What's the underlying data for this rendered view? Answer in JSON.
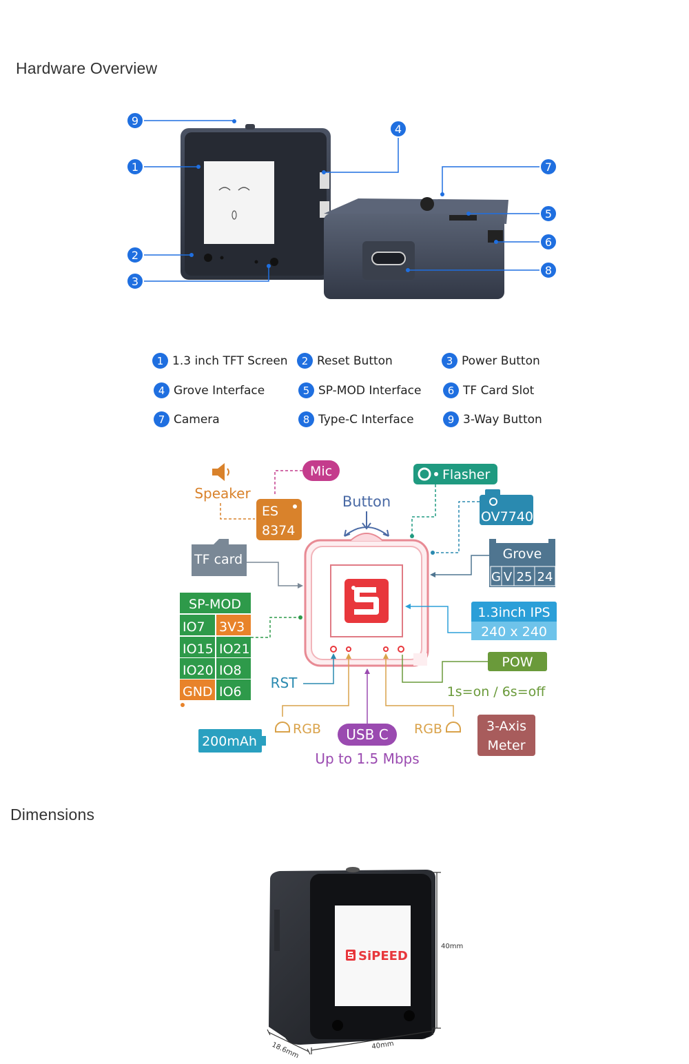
{
  "sections": {
    "hardware_overview": "Hardware Overview",
    "dimensions": "Dimensions"
  },
  "callouts": [
    "1",
    "2",
    "3",
    "4",
    "5",
    "6",
    "7",
    "8",
    "9"
  ],
  "legend": [
    {
      "num": "1",
      "label": "1.3 inch TFT Screen"
    },
    {
      "num": "2",
      "label": "Reset Button"
    },
    {
      "num": "3",
      "label": "Power Button"
    },
    {
      "num": "4",
      "label": "Grove Interface"
    },
    {
      "num": "5",
      "label": "SP-MOD Interface"
    },
    {
      "num": "6",
      "label": "TF Card Slot"
    },
    {
      "num": "7",
      "label": "Camera"
    },
    {
      "num": "8",
      "label": "Type-C Interface"
    },
    {
      "num": "9",
      "label": "3-Way Button"
    }
  ],
  "block": {
    "mic": "Mic",
    "speaker": "Speaker",
    "es_line1": "ES",
    "es_line2": "8374",
    "flasher": "Flasher",
    "button": "Button",
    "camera": "OV7740",
    "tf_card": "TF card",
    "grove_title": "Grove",
    "grove_pins": [
      "G",
      "V",
      "25",
      "24"
    ],
    "spmod_title": "SP-MOD",
    "spmod_pins": [
      [
        "IO7",
        "3V3"
      ],
      [
        "IO15",
        "IO21"
      ],
      [
        "IO20",
        "IO8"
      ],
      [
        "GND",
        "IO6"
      ]
    ],
    "ips_line1": "1.3inch IPS",
    "ips_line2": "240 x 240",
    "pow": "POW",
    "pow_note": "1s=on / 6s=off",
    "rst": "RST",
    "rgb_left": "RGB",
    "rgb_right": "RGB",
    "usb": "USB C",
    "usb_speed": "Up to 1.5 Mbps",
    "battery": "200mAh",
    "meter_line1": "3-Axis",
    "meter_line2": "Meter"
  },
  "dimensions": {
    "height": "40mm",
    "width": "40mm",
    "depth": "18.6mm",
    "brand": "SiPEED"
  },
  "colors": {
    "badge": "#1f6fe0",
    "mic": "#c43c8c",
    "speaker": "#d9822b",
    "flasher": "#1f9a80",
    "camera": "#2a8ab0",
    "button": "#4a6aa5",
    "tf": "#7a8896",
    "grove": "#4f7590",
    "spmod": "#2e9a4a",
    "orange": "#e8832a",
    "ips": "#2b9fd8",
    "pow": "#6a9a3a",
    "rst": "#2a8ab0",
    "rgb": "#d9a24a",
    "usb": "#9a4ab0",
    "battery": "#2aa0c0",
    "meter": "#a85c5c",
    "board": "#e88a94",
    "logo": "#e8373c"
  }
}
